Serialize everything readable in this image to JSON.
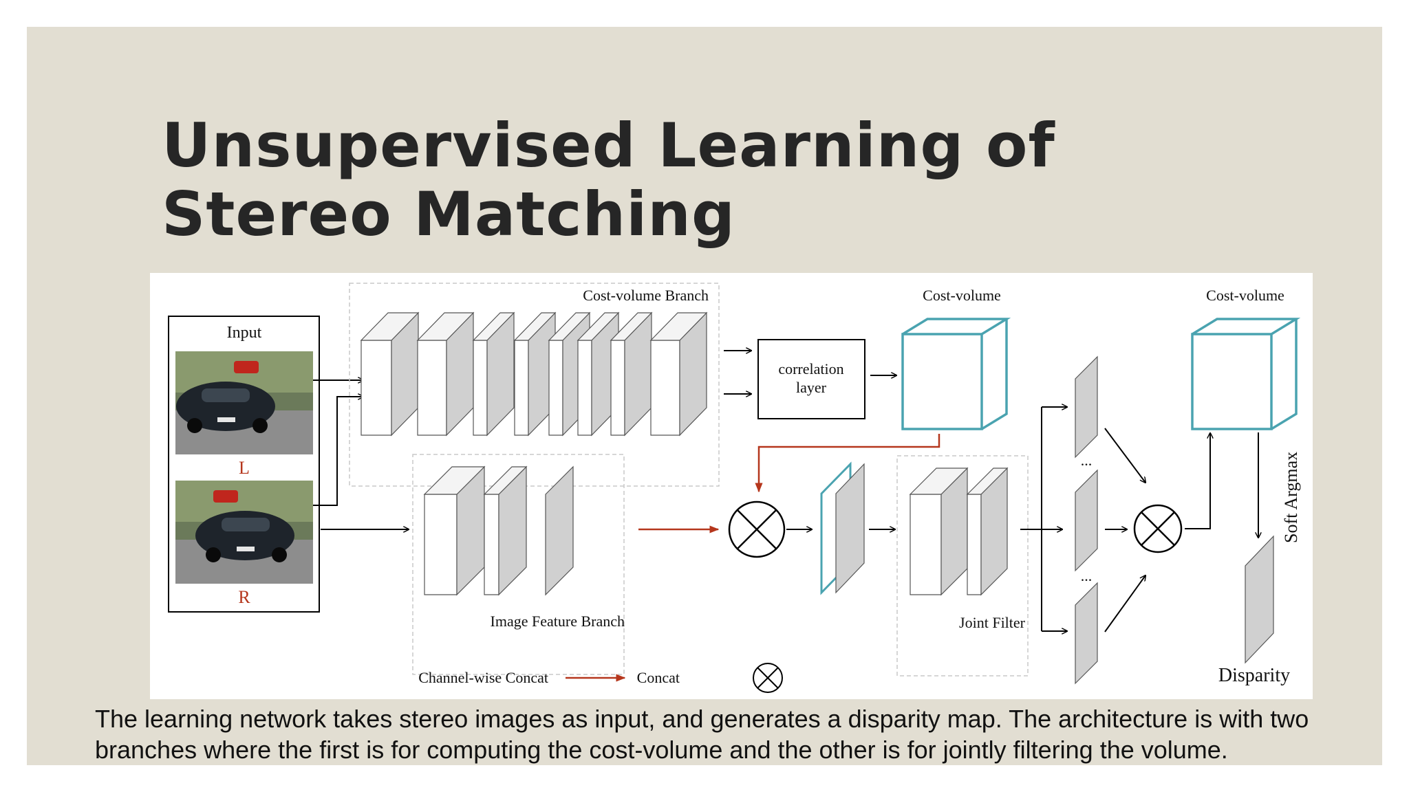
{
  "slide": {
    "title": "Unsupervised Learning of Stereo Matching",
    "caption": "The learning network takes stereo images as input, and generates a disparity map. The architecture is with two branches where the first is for computing the cost-volume and the other is for jointly filtering the volume."
  },
  "figure": {
    "input_label": "Input",
    "left_label": "L",
    "right_label": "R",
    "cost_volume_branch_label": "Cost-volume Branch",
    "correlation_line1": "correlation",
    "correlation_line2": "layer",
    "cost_volume_label_1": "Cost-volume",
    "cost_volume_label_2": "Cost-volume",
    "image_feature_branch_label": "Image Feature Branch",
    "joint_filter_label": "Joint Filter",
    "soft_argmax_label": "Soft Argmax",
    "disparity_label": "Disparity",
    "dots_1": "...",
    "dots_2": "...",
    "legend_channel_concat": "Channel-wise Concat",
    "legend_concat": "Concat",
    "colors": {
      "red_arrow": "#b5361c",
      "cyan_cube": "#4aa3b0",
      "gray_face": "#cfcfcf"
    }
  }
}
